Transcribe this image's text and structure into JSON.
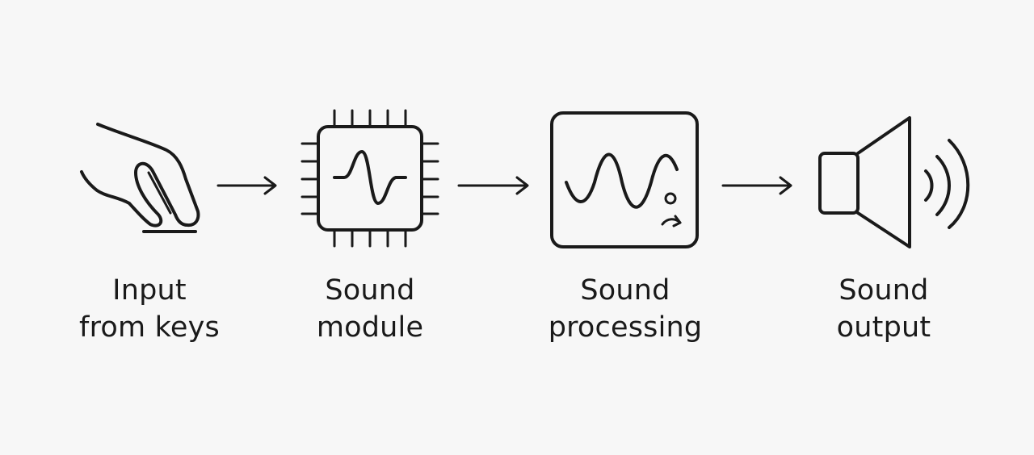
{
  "steps": [
    {
      "icon": "hand-pressing-key-icon",
      "line1": "Input",
      "line2": "from keys"
    },
    {
      "icon": "chip-waveform-icon",
      "line1": "Sound",
      "line2": "module"
    },
    {
      "icon": "waveform-screen-icon",
      "line1": "Sound",
      "line2": "processing"
    },
    {
      "icon": "speaker-icon",
      "line1": "Sound",
      "line2": "output"
    }
  ],
  "colors": {
    "stroke": "#1a1a1a",
    "background": "#f7f7f7"
  }
}
